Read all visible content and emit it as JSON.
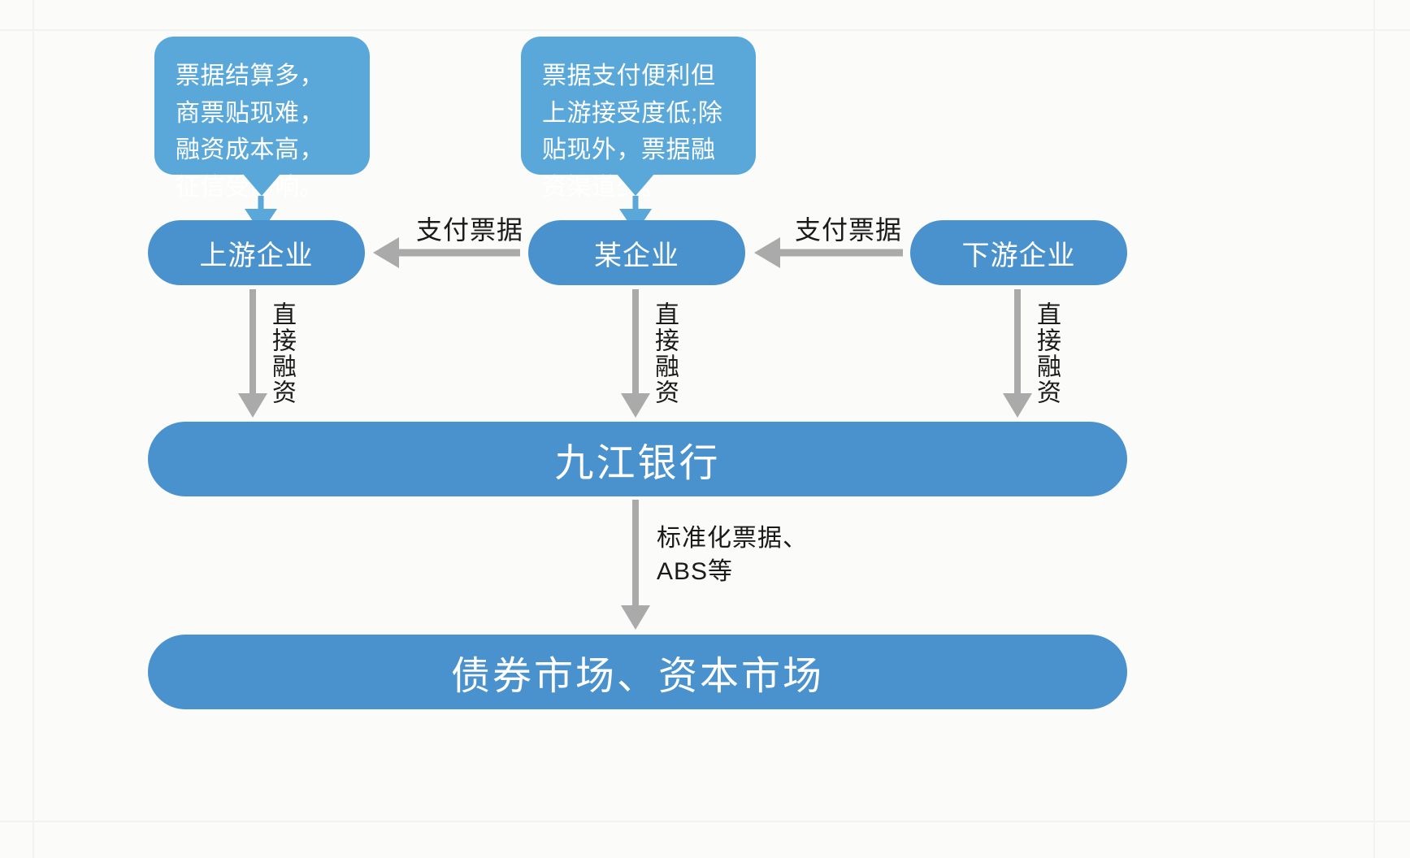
{
  "diagram": {
    "background_color": "#fbfbfa",
    "node_color": "#4a92cd",
    "callout_color": "#5aa7da",
    "arrow_color": "#aaaaaa",
    "label_color": "#1a1a1a"
  },
  "callouts": [
    {
      "id": "upstream-callout",
      "text": "票据结算多，商票贴现难，融资成本高，征信受影响。"
    },
    {
      "id": "company-callout",
      "text": "票据支付便利但上游接受度低;除贴现外，票据融资渠道少。"
    }
  ],
  "nodes": {
    "upstream": "上游企业",
    "company": "某企业",
    "downstream": "下游企业",
    "bank": "九江银行",
    "market": "债券市场、资本市场"
  },
  "edges": {
    "pay_bill_left": "支付票据",
    "pay_bill_right": "支付票据",
    "direct_finance_1": "直接融资",
    "direct_finance_2": "直接融资",
    "direct_finance_3": "直接融资",
    "bank_to_market": "标准化票据、\nABS等"
  }
}
